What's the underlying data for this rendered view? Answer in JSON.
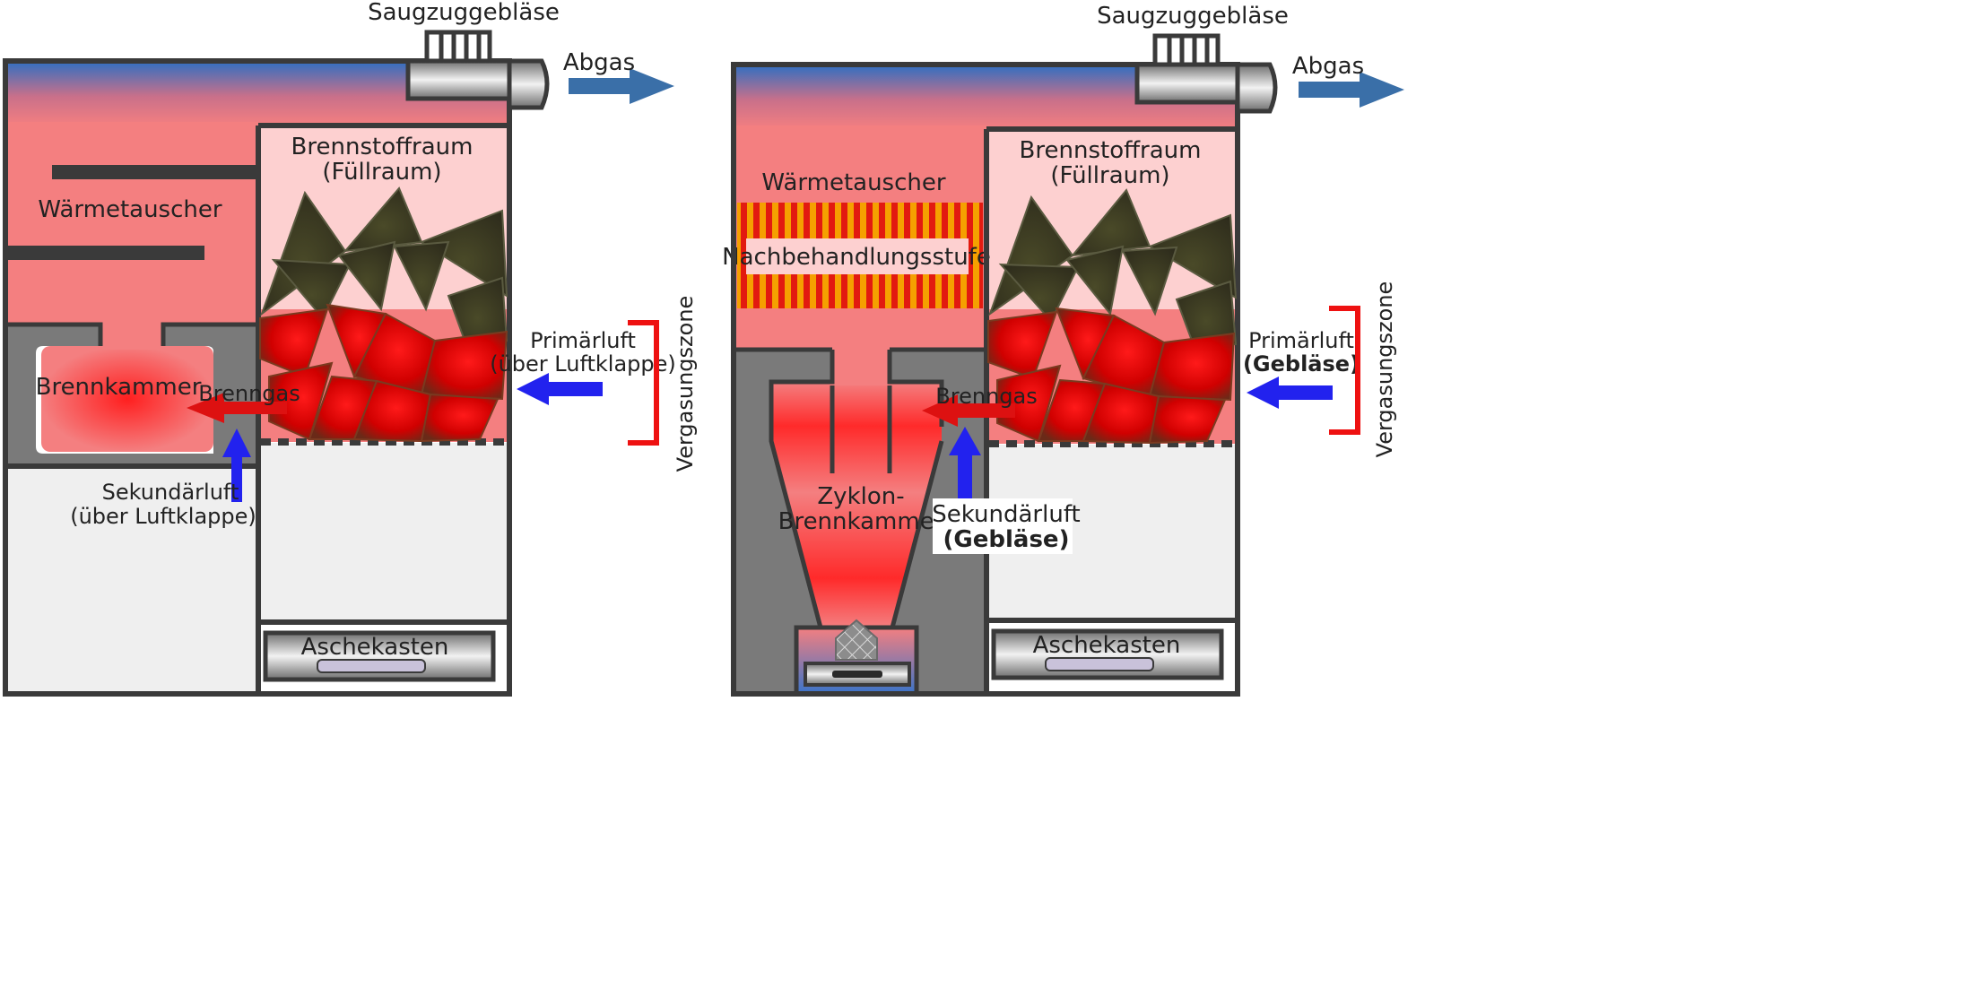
{
  "diagram": {
    "left": {
      "fan_label": "Saugzuggebläse",
      "exhaust_label": "Abgas",
      "fuel_chamber_line1": "Brennstoffraum",
      "fuel_chamber_line2": "(Füllraum)",
      "heat_exchanger_label": "Wärmetauscher",
      "combustion_chamber_label": "Brennkammer",
      "fuel_gas_label": "Brenngas",
      "primary_air_line1": "Primärluft",
      "primary_air_line2": "(über Luftklappe)",
      "secondary_air_line1": "Sekundärluft",
      "secondary_air_line2": "(über Luftklappe)",
      "gasification_zone_label": "Vergasungszone",
      "ash_box_label": "Aschekasten"
    },
    "right": {
      "fan_label": "Saugzuggebläse",
      "exhaust_label": "Abgas",
      "fuel_chamber_line1": "Brennstoffraum",
      "fuel_chamber_line2": "(Füllraum)",
      "heat_exchanger_label": "Wärmetauscher",
      "aftertreatment_label": "Nachbehandlungsstufe",
      "cyclone_line1": "Zyklon-",
      "cyclone_line2": "Brennkammer",
      "fuel_gas_label": "Brenngas",
      "primary_air_line1": "Primärluft",
      "primary_air_line2": "(Gebläse)",
      "secondary_air_line1": "Sekundärluft",
      "secondary_air_line2": "(Gebläse)",
      "gasification_zone_label": "Vergasungszone",
      "ash_box_label": "Aschekasten"
    },
    "colors": {
      "hot_gas": "#f47f80",
      "fuel_space": "#fdd0d0",
      "wall": "#7a7a7a",
      "outline": "#3a3a3a",
      "wood_dark": "#3d3a22",
      "ember": "#e00000",
      "air_arrow": "#2222ee",
      "gas_arrow": "#dd1111",
      "exhaust_arrow": "#3a6fa8",
      "bracket": "#ee1111",
      "flue_blue": "#2e6fc2"
    }
  }
}
